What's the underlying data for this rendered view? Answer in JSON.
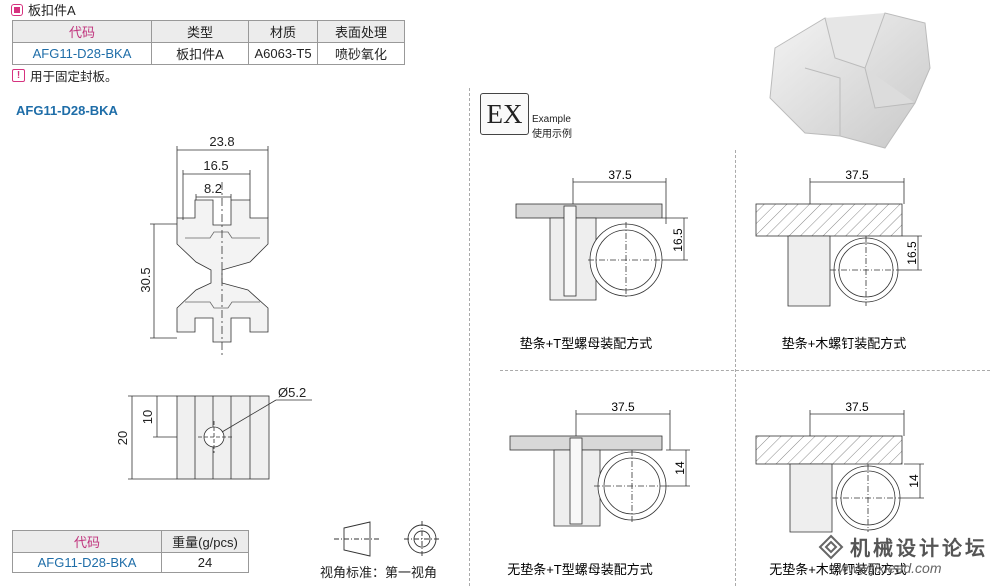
{
  "header": {
    "title": "板扣件A"
  },
  "spec_table": {
    "headers": [
      "代码",
      "类型",
      "材质",
      "表面处理"
    ],
    "row": [
      "AFG11-D28-BKA",
      "板扣件A",
      "A6063-T5",
      "喷砂氧化"
    ]
  },
  "note": {
    "text": "用于固定封板。"
  },
  "product_title": "AFG11-D28-BKA",
  "profile_dims": {
    "w1": "23.8",
    "w2": "16.5",
    "w3": "8.2",
    "h": "30.5"
  },
  "side_dims": {
    "hole": "Ø5.2",
    "h_total": "20",
    "h_half": "10"
  },
  "weight_table": {
    "headers": [
      "代码",
      "重量(g/pcs)"
    ],
    "row": [
      "AFG11-D28-BKA",
      "24"
    ]
  },
  "projection": {
    "label": "视角标准：第一视角"
  },
  "example": {
    "badge": "EX",
    "en": "Example",
    "cn": "使用示例"
  },
  "examples": [
    {
      "dim_w": "37.5",
      "dim_h": "16.5",
      "caption": "垫条+T型螺母装配方式"
    },
    {
      "dim_w": "37.5",
      "dim_h": "16.5",
      "caption": "垫条+木螺钉装配方式"
    },
    {
      "dim_w": "37.5",
      "dim_h": "14",
      "caption": "无垫条+T型螺母装配方式"
    },
    {
      "dim_w": "37.5",
      "dim_h": "14",
      "caption": "无垫条+木螺钉装配方式"
    }
  ],
  "watermark": {
    "text": "机械设计论坛",
    "url": "www.jixiead.com"
  }
}
